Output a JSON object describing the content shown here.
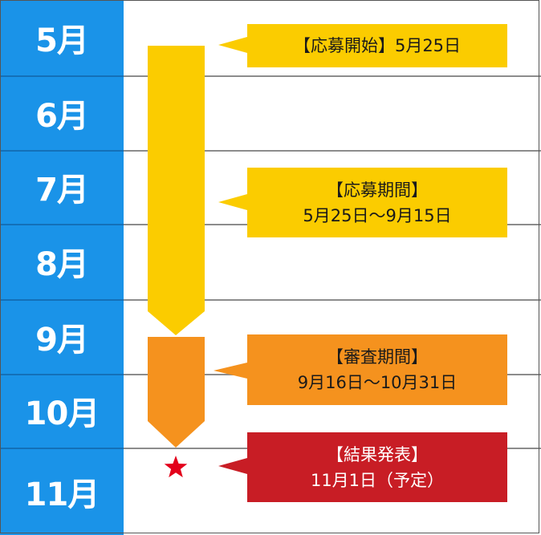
{
  "months": [
    "5月",
    "6月",
    "7月",
    "8月",
    "9月",
    "10月",
    "11月"
  ],
  "colors": {
    "sidebar": "#1a93e8",
    "yellow": "#fbcc00",
    "orange": "#f5921e",
    "red": "#c81d25",
    "star": "#e3001b"
  },
  "callouts": {
    "application_start": {
      "line1": "【応募開始】5月25日"
    },
    "application_period": {
      "line1": "【応募期間】",
      "line2": "5月25日〜9月15日"
    },
    "review_period": {
      "line1": "【審査期間】",
      "line2": "9月16日〜10月31日"
    },
    "result_announcement": {
      "line1": "【結果発表】",
      "line2": "11月1日（予定）"
    }
  },
  "icons": {
    "result_marker": "star-icon"
  }
}
